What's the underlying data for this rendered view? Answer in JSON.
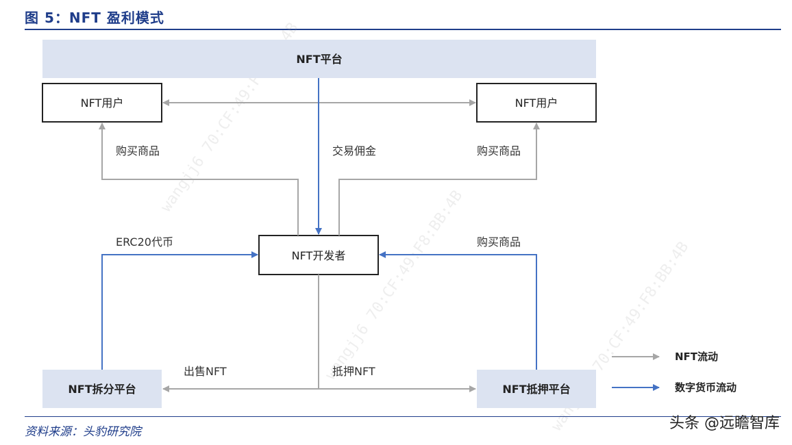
{
  "figure": {
    "title": "图 5：NFT 盈利模式",
    "source": "资料来源：头豹研究院",
    "brand": "头条 @远瞻智库",
    "watermark": "wangjj6 70:CF:49:F8:BB:4B"
  },
  "colors": {
    "title_blue": "#1f3d8a",
    "nft_flow": "#a6a6a6",
    "currency_flow": "#4472c4",
    "panel_fill": "#dce3f1"
  },
  "nodes": {
    "platform": "NFT平台",
    "user_left": "NFT用户",
    "user_right": "NFT用户",
    "developer": "NFT开发者",
    "split_platform": "NFT拆分平台",
    "pledge_platform": "NFT抵押平台"
  },
  "edge_labels": {
    "buy_left": "购买商品",
    "commission": "交易佣金",
    "buy_right": "购买商品",
    "erc20": "ERC20代币",
    "buy_pledge": "购买商品",
    "sell_nft": "出售NFT",
    "pledge_nft": "抵押NFT"
  },
  "legend": {
    "nft_flow": "NFT流动",
    "currency_flow": "数字货币流动"
  }
}
